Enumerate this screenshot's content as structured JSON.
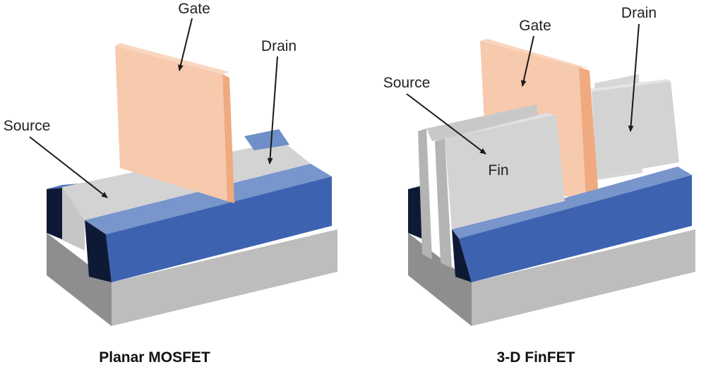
{
  "planar": {
    "caption": "Planar MOSFET",
    "gate_label": "Gate",
    "drain_label": "Drain",
    "source_label": "Source"
  },
  "finfet": {
    "caption": "3-D FinFET",
    "gate_label": "Gate",
    "drain_label": "Drain",
    "source_label": "Source",
    "fin_label": "Fin"
  },
  "colors": {
    "substrate_top": "#a8a8aa",
    "substrate_front": "#bdbdbd",
    "substrate_side": "#8e8e90",
    "oxide_front": "#3d63b0",
    "oxide_top": "#6f8fc8",
    "oxide_side": "#0e1a35",
    "channel": "#d3d3d3",
    "fin_side": "#b4b4b4",
    "gate_front": "#f7c9ad",
    "gate_side": "#f0aa80"
  }
}
